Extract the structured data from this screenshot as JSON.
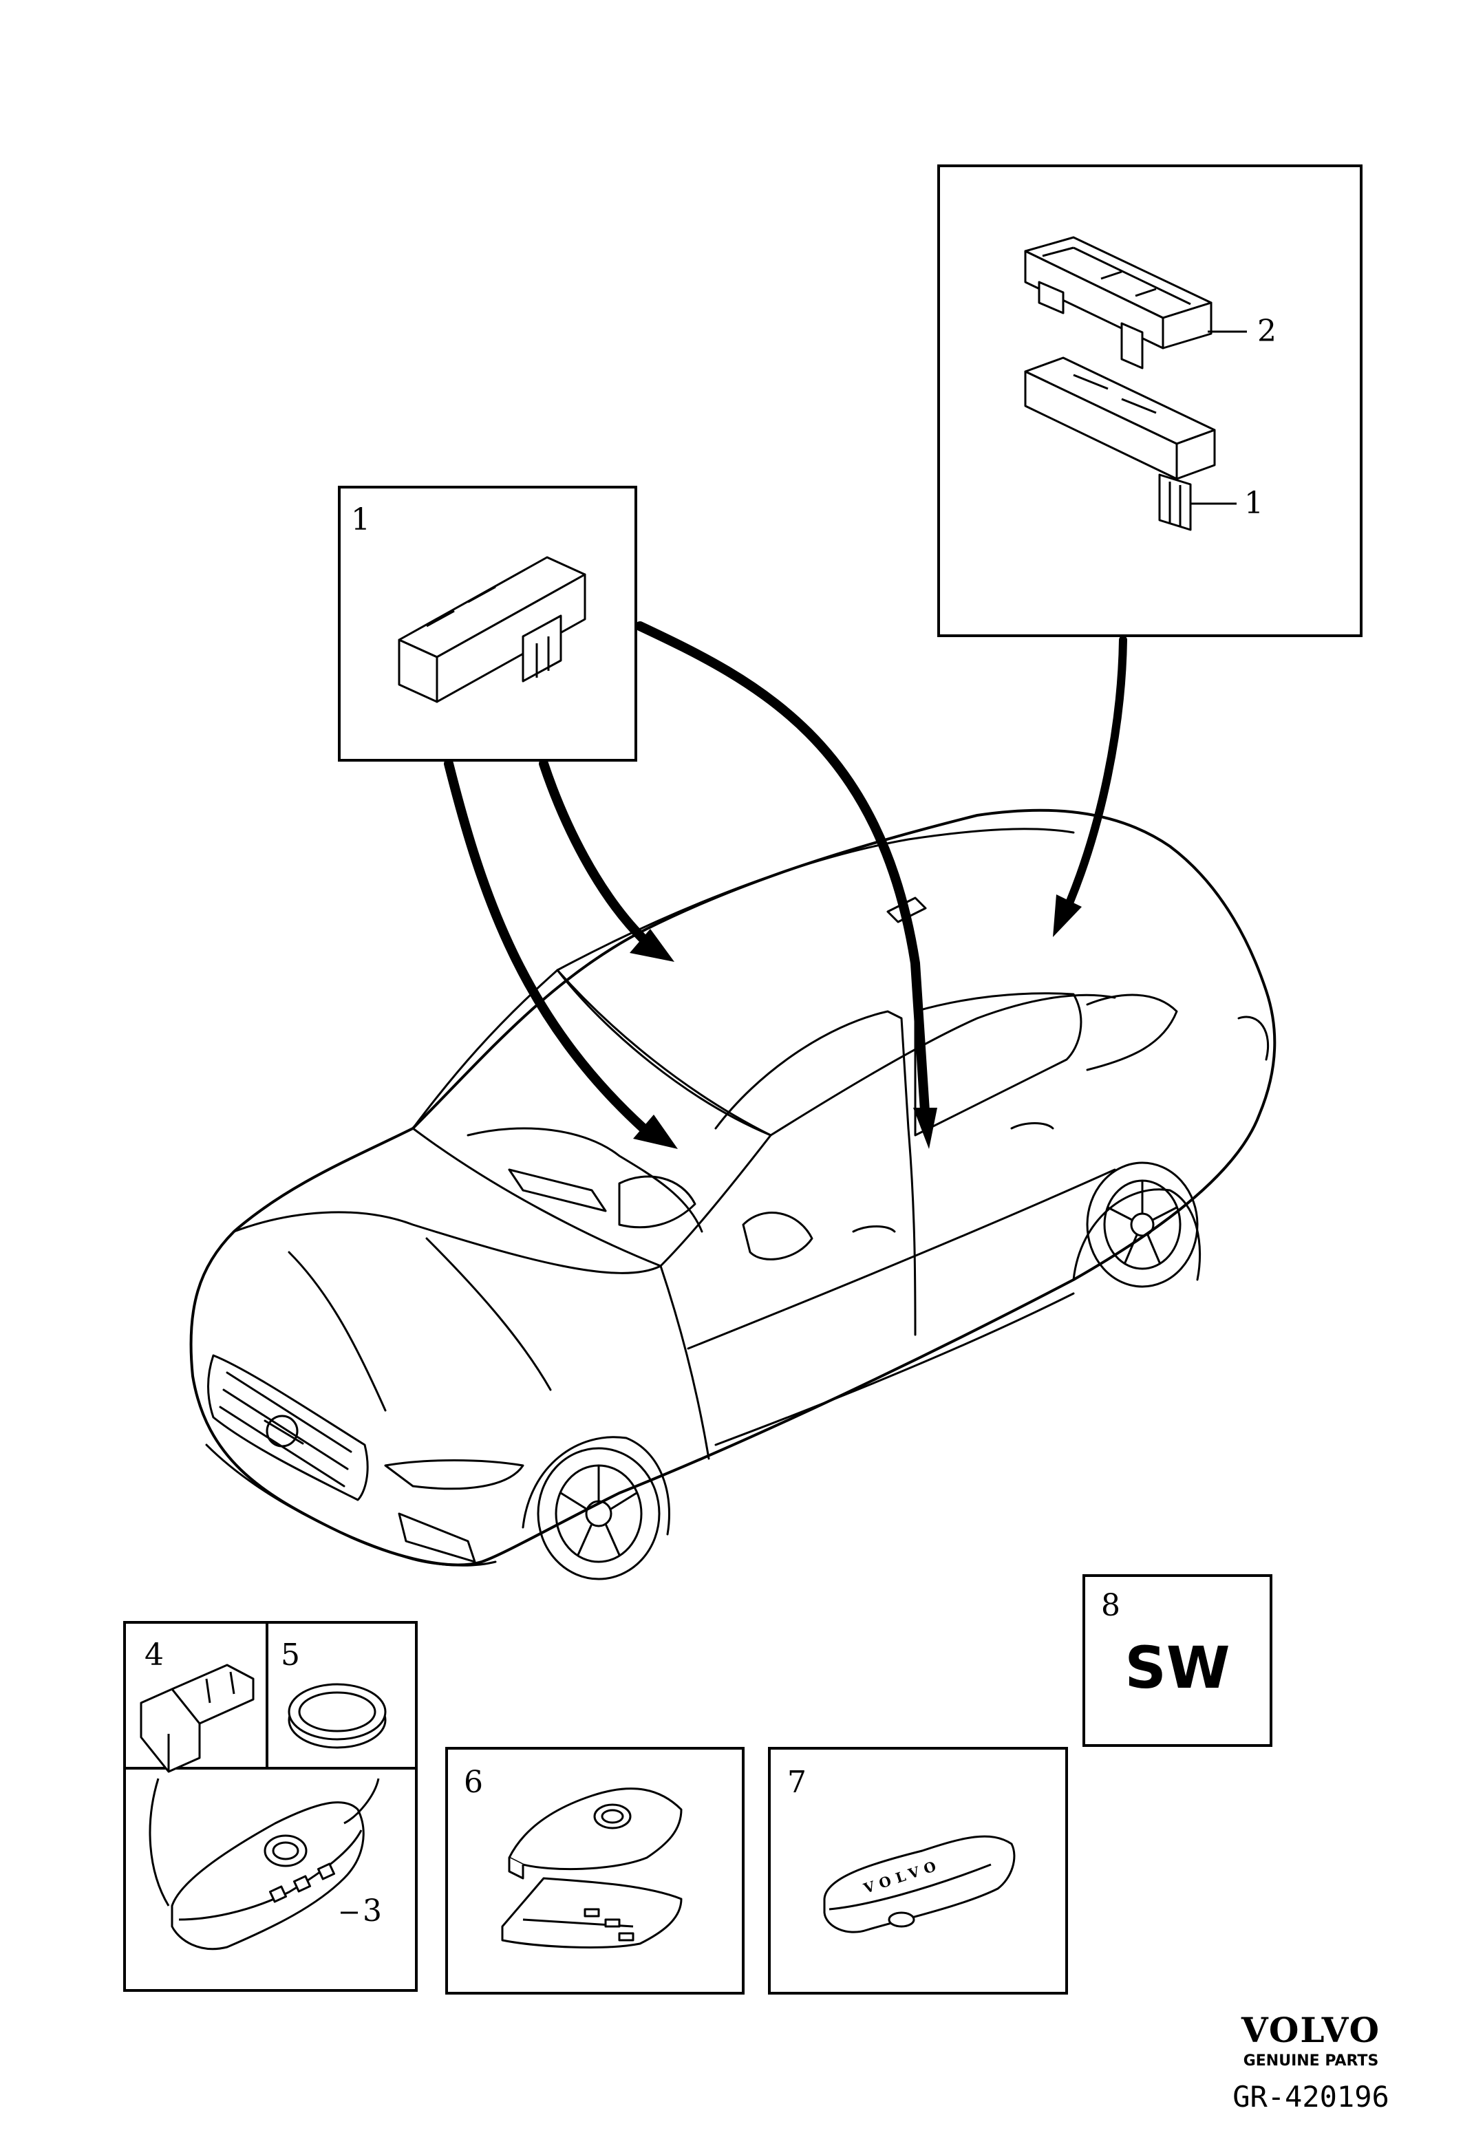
{
  "callouts": {
    "box_left_label": "1",
    "box_right_part2": "2",
    "box_right_part1": "1",
    "key_label": "3",
    "blade_label": "4",
    "battery_label": "5",
    "cover_label": "6",
    "fob_label": "7",
    "software_label": "8"
  },
  "software_box": {
    "text": "SW"
  },
  "fob": {
    "brand_text": "VOLVO"
  },
  "brand": {
    "logo": "VOLVO",
    "sub": "GENUINE PARTS"
  },
  "diagram_code": "GR-420196",
  "colors": {
    "line": "#000000",
    "background": "#ffffff"
  }
}
